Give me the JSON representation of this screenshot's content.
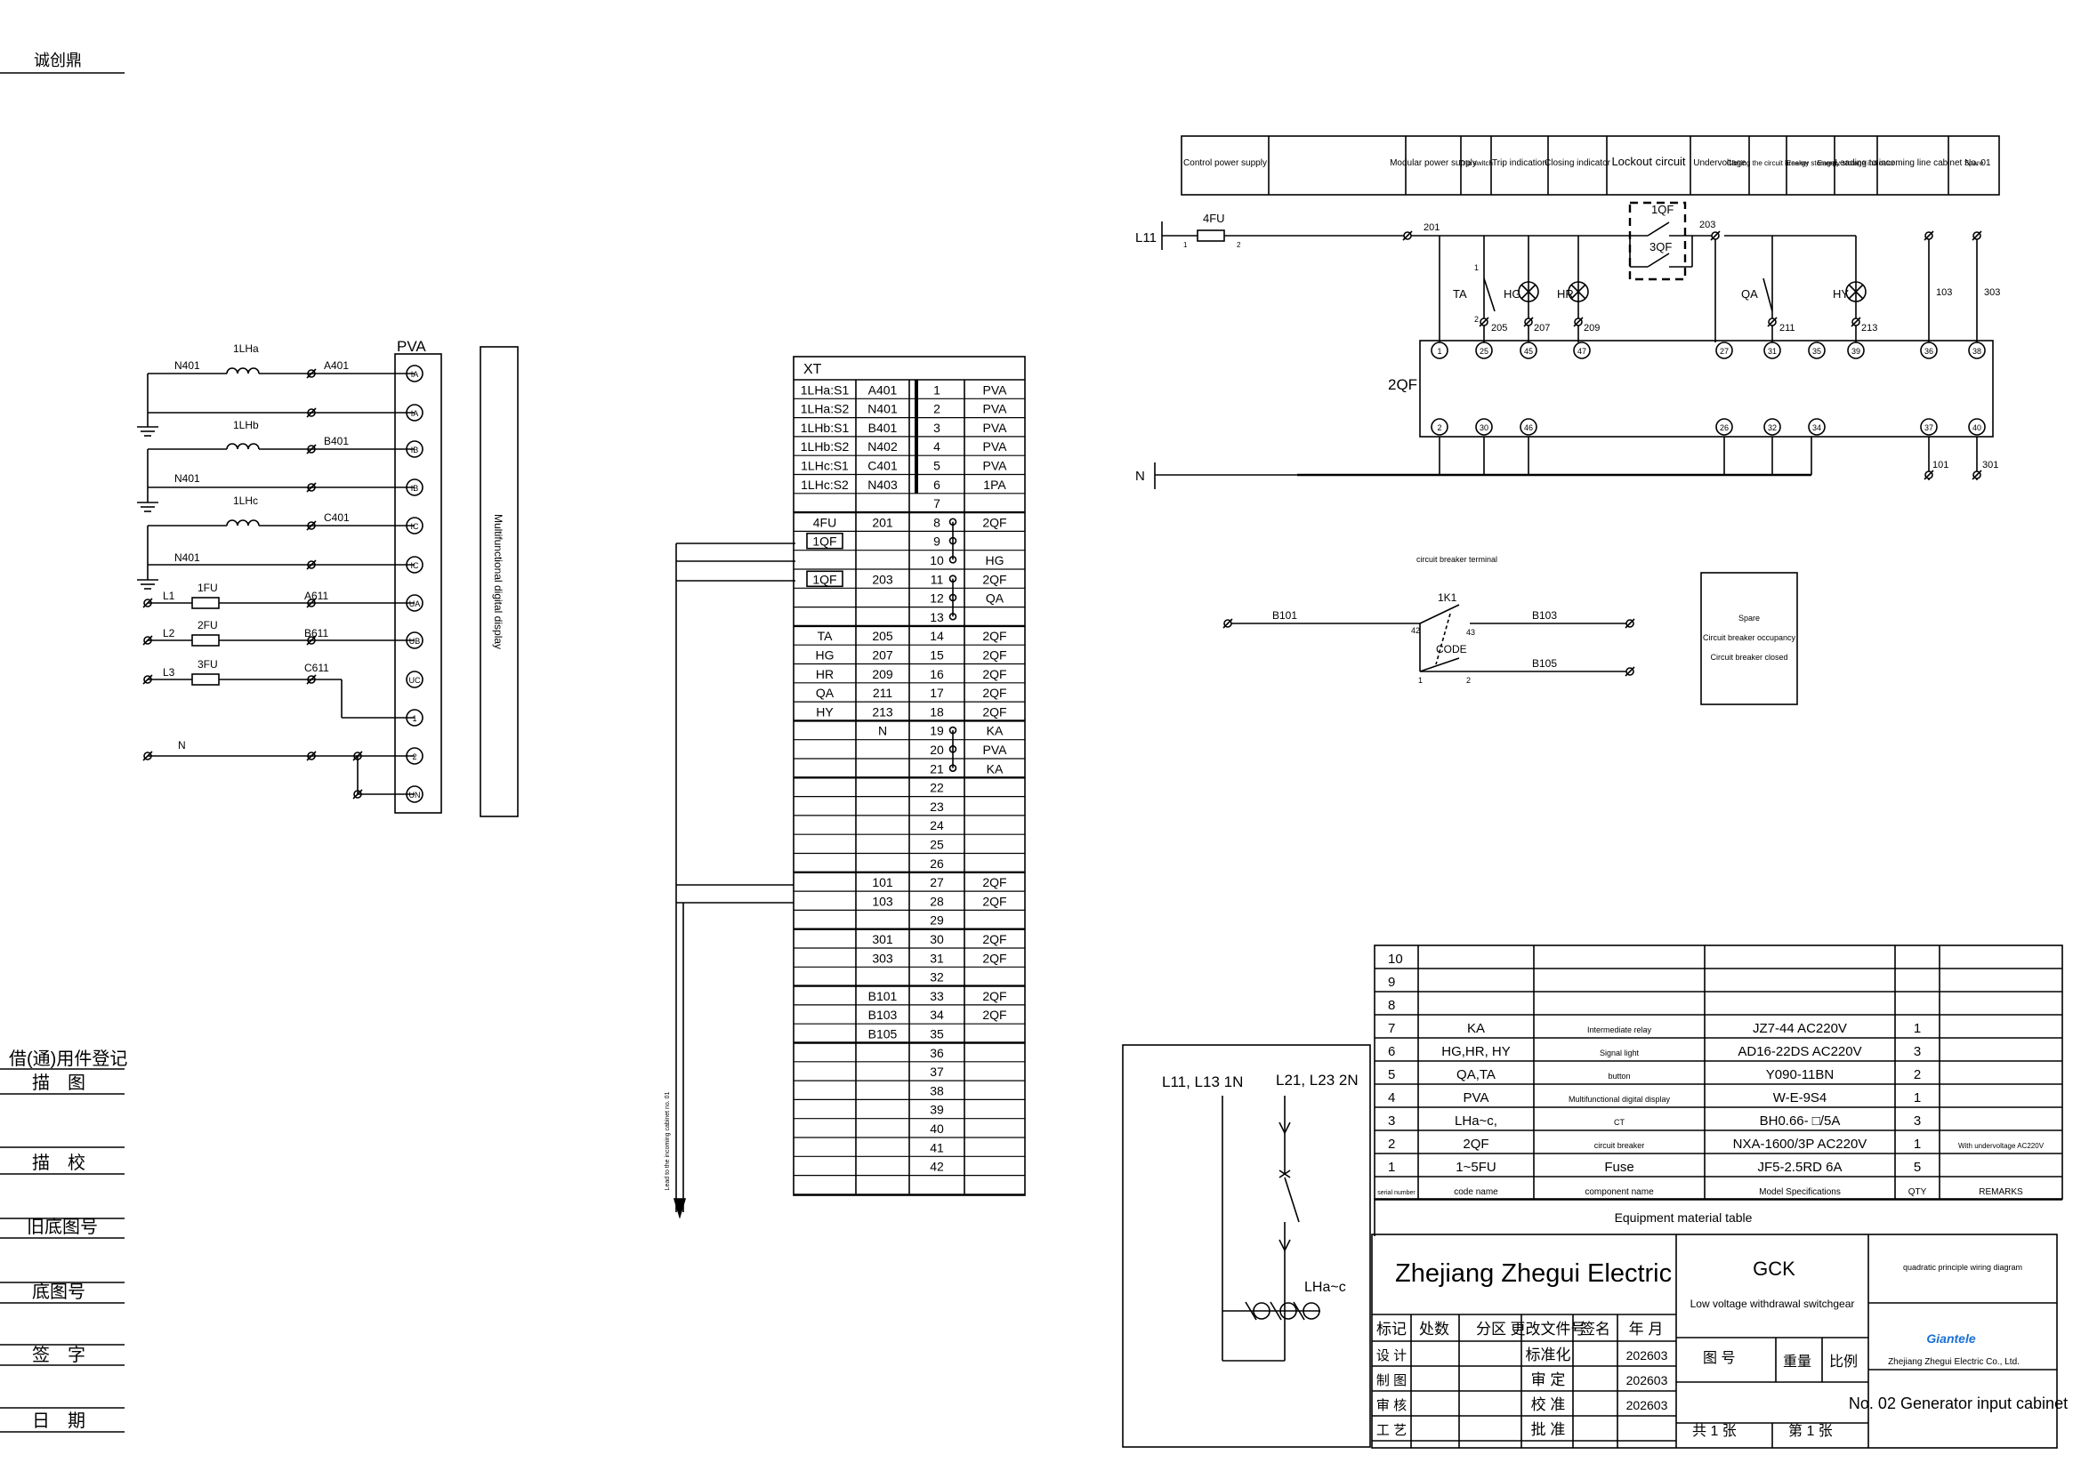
{
  "corner_label": "诚创鼎",
  "left_sidebar": {
    "title": "借(通)用件登记",
    "rows": [
      "描　图",
      "描　校",
      "旧底图号",
      "底图号",
      "签　字",
      "日　期"
    ]
  },
  "pva_panel": {
    "title": "PVA",
    "display_label": "Multifunctional digital display",
    "ct_labels": [
      "1LHa",
      "1LHb",
      "1LHc"
    ],
    "n_labels": [
      "N401",
      "N401",
      "N401"
    ],
    "wire_labels": [
      "A401",
      "B401",
      "C401",
      "A611",
      "B611",
      "C611"
    ],
    "line_labels": [
      "L1",
      "L2",
      "L3",
      "N"
    ],
    "fuse_labels": [
      "1FU",
      "2FU",
      "3FU"
    ],
    "terminals": [
      "IA",
      "IA",
      "IB",
      "IB",
      "IC",
      "IC",
      "UA",
      "UB",
      "UC",
      "1",
      "2",
      "UN"
    ]
  },
  "terminal_block": {
    "title": "XT",
    "rows": [
      [
        "1LHa:S1",
        "A401",
        "1",
        "PVA"
      ],
      [
        "1LHa:S2",
        "N401",
        "2",
        "PVA"
      ],
      [
        "1LHb:S1",
        "B401",
        "3",
        "PVA"
      ],
      [
        "1LHb:S2",
        "N402",
        "4",
        "PVA"
      ],
      [
        "1LHc:S1",
        "C401",
        "5",
        "PVA"
      ],
      [
        "1LHc:S2",
        "N403",
        "6",
        "1PA"
      ],
      [
        "",
        "",
        "7",
        ""
      ],
      [
        "4FU",
        "201",
        "8",
        "2QF"
      ],
      [
        "1QF",
        "",
        "9",
        ""
      ],
      [
        "",
        "",
        "10",
        "HG"
      ],
      [
        "1QF",
        "203",
        "11",
        "2QF"
      ],
      [
        "",
        "",
        "12",
        "QA"
      ],
      [
        "",
        "",
        "13",
        ""
      ],
      [
        "TA",
        "205",
        "14",
        "2QF"
      ],
      [
        "HG",
        "207",
        "15",
        "2QF"
      ],
      [
        "HR",
        "209",
        "16",
        "2QF"
      ],
      [
        "QA",
        "211",
        "17",
        "2QF"
      ],
      [
        "HY",
        "213",
        "18",
        "2QF"
      ],
      [
        "",
        "N",
        "19",
        "KA"
      ],
      [
        "",
        "",
        "20",
        "PVA"
      ],
      [
        "",
        "",
        "21",
        "KA"
      ],
      [
        "",
        "",
        "22",
        ""
      ],
      [
        "",
        "",
        "23",
        ""
      ],
      [
        "",
        "",
        "24",
        ""
      ],
      [
        "",
        "",
        "25",
        ""
      ],
      [
        "",
        "",
        "26",
        ""
      ],
      [
        "",
        "101",
        "27",
        "2QF"
      ],
      [
        "",
        "103",
        "28",
        "2QF"
      ],
      [
        "",
        "",
        "29",
        ""
      ],
      [
        "",
        "301",
        "30",
        "2QF"
      ],
      [
        "",
        "303",
        "31",
        "2QF"
      ],
      [
        "",
        "",
        "32",
        ""
      ],
      [
        "",
        "B101",
        "33",
        "2QF"
      ],
      [
        "",
        "B103",
        "34",
        "2QF"
      ],
      [
        "",
        "B105",
        "35",
        ""
      ],
      [
        "",
        "",
        "36",
        ""
      ],
      [
        "",
        "",
        "37",
        ""
      ],
      [
        "",
        "",
        "38",
        ""
      ],
      [
        "",
        "",
        "39",
        ""
      ],
      [
        "",
        "",
        "40",
        ""
      ],
      [
        "",
        "",
        "41",
        ""
      ],
      [
        "",
        "",
        "42",
        ""
      ],
      [
        "",
        "",
        "",
        ""
      ]
    ],
    "lead_label": "Lead to the incoming cabinet no. 01"
  },
  "control_header": {
    "cells": [
      "Control power supply",
      "",
      "Modular power supply",
      "Trip switch",
      "Trip indication",
      "Closing indicator",
      "Lockout circuit",
      "Undervoltage",
      "Closing the circuit breaker",
      "Energy storage",
      "Energy storage indicator",
      "Leading to incoming line cabinet No. 01",
      "Spare"
    ]
  },
  "control_circuit": {
    "labels": {
      "l11": "L11",
      "fuse": "4FU",
      "fuse_pin1": "1",
      "fuse_pin2": "2",
      "n": "N",
      "breaker": "2QF",
      "w201": "201",
      "w203": "203",
      "w205": "205",
      "w207": "207",
      "w209": "209",
      "w211": "211",
      "w213": "213",
      "w101": "101",
      "w103": "103",
      "w301": "301",
      "w303": "303",
      "ta": "TA",
      "hg": "HG",
      "hr": "HR",
      "qa": "QA",
      "hy": "HY",
      "qf1": "1QF",
      "qf3": "3QF",
      "pin1": "1",
      "pin2": "2"
    },
    "top_terminals": [
      "1",
      "25",
      "45",
      "47",
      "27",
      "31",
      "35",
      "39",
      "36",
      "38"
    ],
    "bottom_terminals": [
      "2",
      "30",
      "46",
      "26",
      "32",
      "34",
      "37",
      "40"
    ]
  },
  "breaker_terminal": {
    "title": "circuit breaker terminal",
    "relay": "1K1",
    "code": "CODE",
    "pins": [
      "42",
      "43",
      "1",
      "2"
    ],
    "wires": [
      "B101",
      "B103",
      "B105"
    ],
    "spare_box": [
      "Spare",
      "Circuit breaker occupancy",
      "Circuit breaker closed"
    ]
  },
  "ct_detail": {
    "label_left": "L11, L13 1N",
    "label_right": "L21, L23 2N",
    "ct_label": "LHa~c"
  },
  "equipment_table": {
    "caption": "Equipment material table",
    "header": [
      "serial number",
      "code name",
      "component name",
      "Model Specifications",
      "QTY",
      "REMARKS"
    ],
    "rows": [
      [
        "10",
        "",
        "",
        "",
        "",
        ""
      ],
      [
        "9",
        "",
        "",
        "",
        "",
        ""
      ],
      [
        "8",
        "",
        "",
        "",
        "",
        ""
      ],
      [
        "7",
        "KA",
        "Intermediate relay",
        "JZ7-44 AC220V",
        "1",
        ""
      ],
      [
        "6",
        "HG,HR, HY",
        "Signal light",
        "AD16-22DS AC220V",
        "3",
        ""
      ],
      [
        "5",
        "QA,TA",
        "button",
        "Y090-11BN",
        "2",
        ""
      ],
      [
        "4",
        "PVA",
        "Multifunctional digital display",
        "W-E-9S4",
        "1",
        ""
      ],
      [
        "3",
        "LHa~c,",
        "CT",
        "BH0.66- □/5A",
        "3",
        ""
      ],
      [
        "2",
        "2QF",
        "circuit breaker",
        "NXA-1600/3P AC220V",
        "1",
        "With undervoltage AC220V"
      ],
      [
        "1",
        "1~5FU",
        "Fuse",
        "JF5-2.5RD 6A",
        "5",
        ""
      ]
    ]
  },
  "title_block": {
    "company": "Zhejiang Zhegui Electric",
    "product": "GCK",
    "product_desc": "Low voltage withdrawal switchgear",
    "diagram_type": "quadratic principle wiring diagram",
    "brand": "Giantele",
    "brand_company": "Zhejiang Zhegui Electric Co., Ltd.",
    "drawing_name": "No. 02 Generator input cabinet",
    "rev_headers": [
      "标记",
      "处数",
      "分区",
      "更改文件号",
      "签名",
      "年 月"
    ],
    "left_labels": [
      "设 计",
      "制 图",
      "审 核",
      "工 艺"
    ],
    "mid_labels": [
      "标准化",
      "审 定",
      "校 准",
      "批 准"
    ],
    "dates": [
      "202603",
      "202603",
      "202603"
    ],
    "fig_no": "图 号",
    "weight": "重量",
    "scale": "比例",
    "sheets_total": "共 1 张",
    "sheet_no": "第 1 张"
  }
}
